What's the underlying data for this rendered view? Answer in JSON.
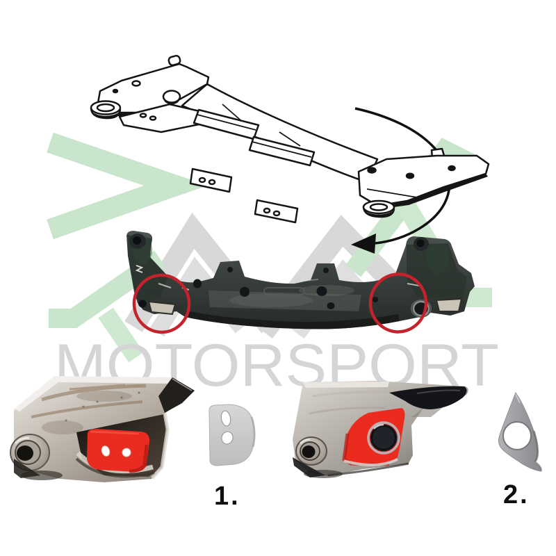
{
  "page": {
    "description": "Product image: front subframe crossmember with highlighted repair sections",
    "background": "#ffffff"
  },
  "watermark": {
    "brand_text": "MOTORSPORT",
    "logo": "pax-chevron-logo",
    "green": "#c9e5cb",
    "gray": "#d8d8d8",
    "text_color": "#d5d5d7"
  },
  "top_diagram": {
    "name": "subframe-crossmember-line-drawing",
    "ink_color": "#151515"
  },
  "arrow": {
    "name": "curved-arrow",
    "color": "#111111"
  },
  "middle_photo": {
    "name": "subframe-crossmember-photo",
    "metal_color": "#3c423f",
    "highlight_circle_color": "#c4232b",
    "highlight_circles": [
      "left-mount",
      "right-mount"
    ]
  },
  "details": [
    {
      "label": "1.",
      "photo": "left-mount-closeup",
      "patch_color": "#ea2b1f",
      "panel_color": "#cccccf"
    },
    {
      "label": "2.",
      "photo": "right-mount-closeup",
      "patch_color": "#eb2b1e",
      "panel_color": "#9b9a9f"
    }
  ]
}
